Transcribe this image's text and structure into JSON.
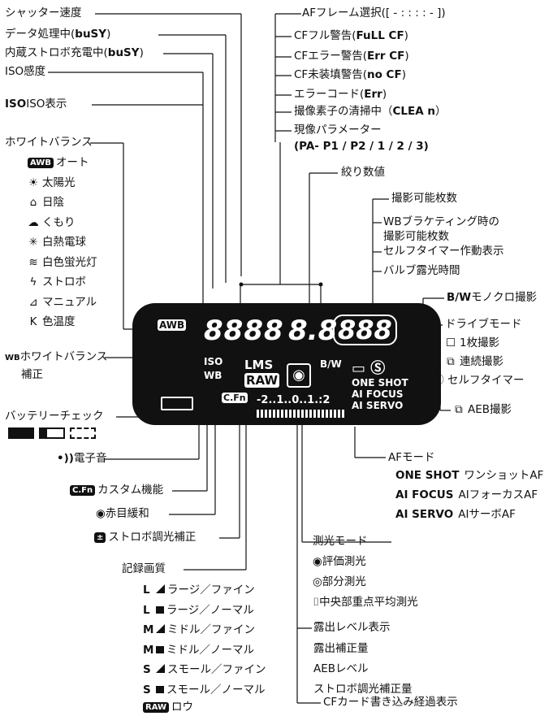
{
  "left": {
    "shutter": "シャッター速度",
    "busy": "データ処理中(",
    "busy_code": "buSY",
    "busy_close": ")",
    "flash_charging": "内蔵ストロボ充電中(",
    "flash_code": "buSY",
    "flash_close": ")",
    "iso_speed": "ISO感度",
    "iso_mark": "ISO",
    "iso_display": "ISO表示",
    "wb_title": "ホワイトバランス",
    "wb_items": [
      {
        "icon": "AWB",
        "label": "オート"
      },
      {
        "icon": "☀",
        "label": "太陽光"
      },
      {
        "icon": "⌂",
        "label": "日陰"
      },
      {
        "icon": "☁",
        "label": "くもり"
      },
      {
        "icon": "✳",
        "label": "白熱電球"
      },
      {
        "icon": "≋",
        "label": "白色蛍光灯"
      },
      {
        "icon": "ϟ",
        "label": "ストロボ"
      },
      {
        "icon": "⊿",
        "label": "マニュアル"
      },
      {
        "icon": "K",
        "label": "色温度"
      }
    ],
    "wb_comp_mark": "WB",
    "wb_comp": "ホワイトバランス",
    "wb_comp2": "補正",
    "battery": "バッテリーチェック",
    "beep": "電子音",
    "cfn_badge": "C.Fn",
    "cfn": "カスタム機能",
    "redeye": "赤目緩和",
    "flash_comp": "ストロボ調光補正",
    "quality_title": "記録画質",
    "quality": [
      {
        "size": "L",
        "fine": true,
        "label": "ラージ／ファイン"
      },
      {
        "size": "L",
        "fine": false,
        "label": "ラージ／ノーマル"
      },
      {
        "size": "M",
        "fine": true,
        "label": "ミドル／ファイン"
      },
      {
        "size": "M",
        "fine": false,
        "label": "ミドル／ノーマル"
      },
      {
        "size": "S",
        "fine": true,
        "label": "スモール／ファイン"
      },
      {
        "size": "S",
        "fine": false,
        "label": "スモール／ノーマル"
      }
    ],
    "raw_badge": "RAW",
    "raw": "ロウ"
  },
  "top_right": {
    "af_frame": "AFフレーム選択([ - : : : : - ])",
    "cf_full_a": "CFフル警告(",
    "cf_full_code": "FuLL CF",
    "cf_err_a": "CFエラー警告(",
    "cf_err_code": "Err CF",
    "cf_none_a": "CF未装填警告(",
    "cf_none_code": "no CF",
    "error_a": "エラーコード(",
    "error_code": "Err",
    "clean_a": "撮像素子の清掃中（",
    "clean_code": "CLEA n",
    "param": "現像パラメーター",
    "param2": "(PA- P1 / P2 / 1 / 2 / 3)",
    "close": ")"
  },
  "right": {
    "aperture": "絞り数値",
    "shots": "撮影可能枚数",
    "wb_bkt1": "WBブラケティング時の",
    "wb_bkt2": "撮影可能枚数",
    "self_timer_op": "セルフタイマー作動表示",
    "bulb": "バルブ露光時間",
    "bw_mark": "B/W",
    "bw": "モノクロ撮影",
    "drive": "ドライブモード",
    "single": "1枚撮影",
    "continuous": "連続撮影",
    "self_timer": "セルフタイマー",
    "aeb": "AEB撮影",
    "af_mode": "AFモード",
    "af_items": [
      {
        "name": "ONE SHOT",
        "label": "ワンショットAF"
      },
      {
        "name": "AI FOCUS",
        "label": "AIフォーカスAF"
      },
      {
        "name": "AI SERVO",
        "label": "AIサーボAF"
      }
    ],
    "metering": "測光モード",
    "meter_items": [
      "評価測光",
      "部分測光",
      "中央部重点平均測光"
    ],
    "exposure": "露出レベル表示",
    "exp_items": [
      "露出補正量",
      "AEBレベル",
      "ストロボ調光補正量"
    ],
    "cf_write": "CFカード書き込み経過表示"
  },
  "lcd": {
    "awb": "AWB",
    "segments": "8888",
    "aperture_digits": "8.8",
    "shots_digits": "888",
    "iso": "ISO",
    "wb": "WB",
    "cfn": "C.Fn",
    "lms": "LMS",
    "raw": "RAW",
    "bw": "B/W",
    "scale": "-2..1..0..1.:2",
    "one_shot": "ONE SHOT",
    "ai_focus": "AI FOCUS",
    "ai_servo": "AI SERVO"
  }
}
